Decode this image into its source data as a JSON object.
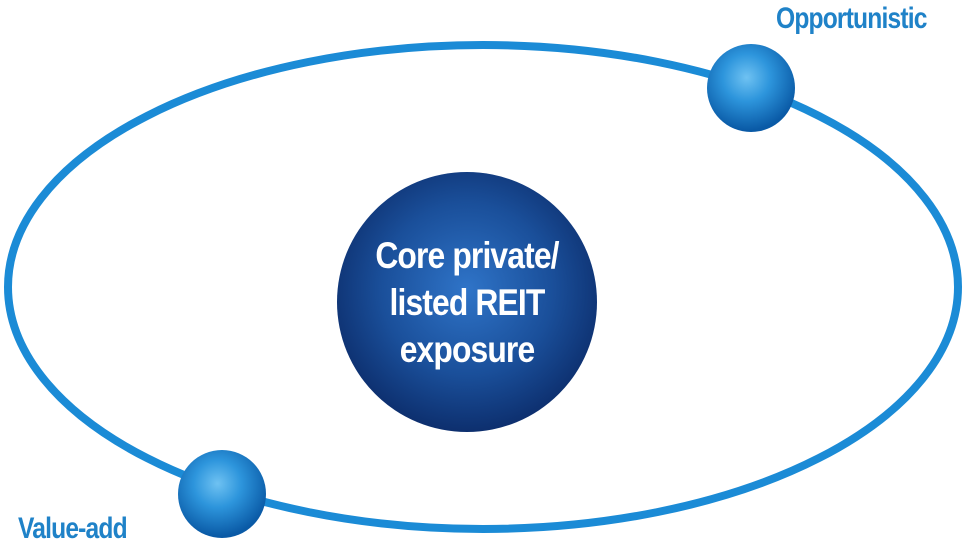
{
  "colors": {
    "orbit": "#1b8bd6",
    "core_center": "#2d6cc0",
    "core_edge": "#0d2f6e",
    "satellite_light": "#5fb6ec",
    "satellite_dark": "#0a63b3",
    "label": "#1f82c8"
  },
  "core": {
    "lines": [
      "Core private/",
      "listed REIT",
      "exposure"
    ]
  },
  "satellites": [
    {
      "label": "Opportunistic"
    },
    {
      "label": "Value-add"
    }
  ]
}
